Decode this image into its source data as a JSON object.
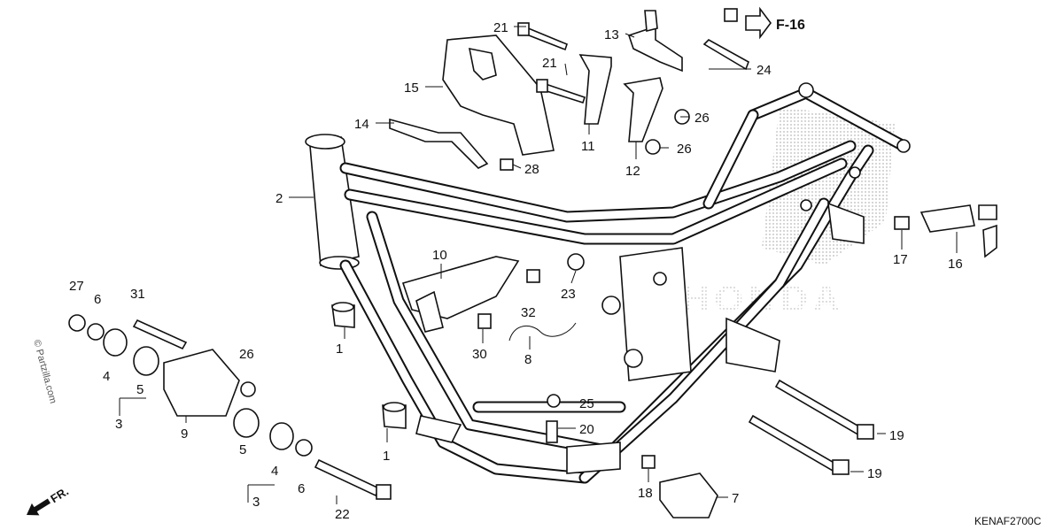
{
  "reference": {
    "arrow_label": "F-16"
  },
  "direction": {
    "label": "FR."
  },
  "watermark": "© Partzilla.com",
  "diagram_code": "KENAF2700C",
  "callouts": [
    {
      "id": "c1a",
      "label": "1"
    },
    {
      "id": "c1b",
      "label": "1"
    },
    {
      "id": "c2",
      "label": "2"
    },
    {
      "id": "c3a",
      "label": "3"
    },
    {
      "id": "c3b",
      "label": "3"
    },
    {
      "id": "c4a",
      "label": "4"
    },
    {
      "id": "c4b",
      "label": "4"
    },
    {
      "id": "c5a",
      "label": "5"
    },
    {
      "id": "c5b",
      "label": "5"
    },
    {
      "id": "c6a",
      "label": "6"
    },
    {
      "id": "c6b",
      "label": "6"
    },
    {
      "id": "c7",
      "label": "7"
    },
    {
      "id": "c8",
      "label": "8"
    },
    {
      "id": "c9",
      "label": "9"
    },
    {
      "id": "c10",
      "label": "10"
    },
    {
      "id": "c11",
      "label": "11"
    },
    {
      "id": "c12",
      "label": "12"
    },
    {
      "id": "c13",
      "label": "13"
    },
    {
      "id": "c14",
      "label": "14"
    },
    {
      "id": "c15",
      "label": "15"
    },
    {
      "id": "c16",
      "label": "16"
    },
    {
      "id": "c17",
      "label": "17"
    },
    {
      "id": "c18",
      "label": "18"
    },
    {
      "id": "c19a",
      "label": "19"
    },
    {
      "id": "c19b",
      "label": "19"
    },
    {
      "id": "c20",
      "label": "20"
    },
    {
      "id": "c21a",
      "label": "21"
    },
    {
      "id": "c21b",
      "label": "21"
    },
    {
      "id": "c22",
      "label": "22"
    },
    {
      "id": "c23",
      "label": "23"
    },
    {
      "id": "c24",
      "label": "24"
    },
    {
      "id": "c25",
      "label": "25"
    },
    {
      "id": "c26a",
      "label": "26"
    },
    {
      "id": "c26b",
      "label": "26"
    },
    {
      "id": "c26c",
      "label": "26"
    },
    {
      "id": "c27",
      "label": "27"
    },
    {
      "id": "c28",
      "label": "28"
    },
    {
      "id": "c30",
      "label": "30"
    },
    {
      "id": "c31",
      "label": "31"
    },
    {
      "id": "c32",
      "label": "32"
    }
  ]
}
